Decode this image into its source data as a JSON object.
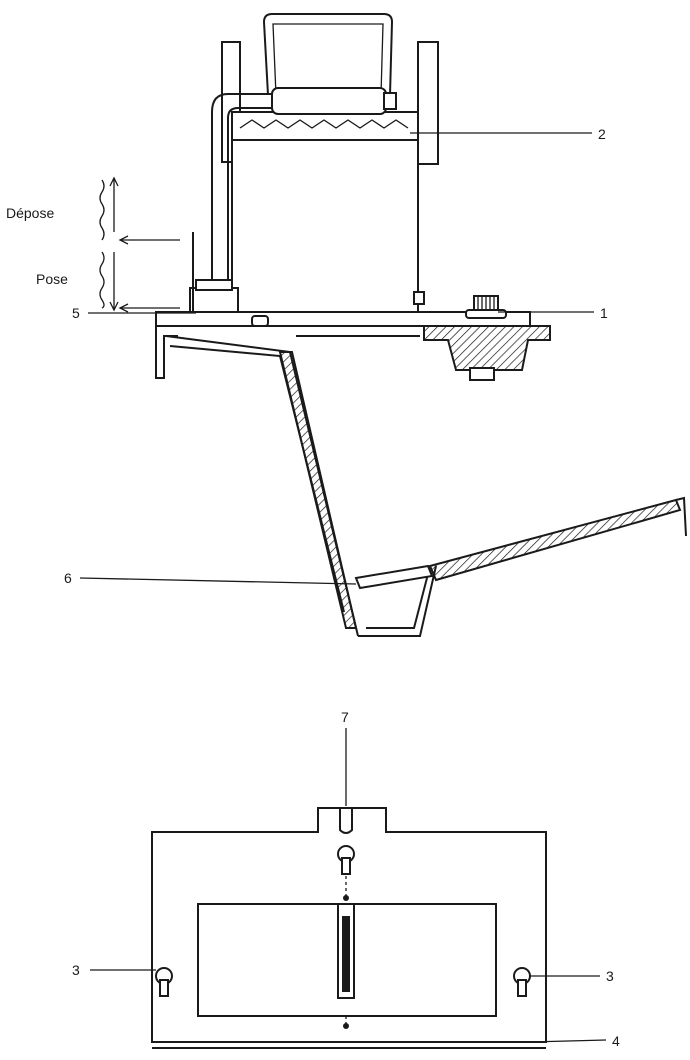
{
  "labels": {
    "n1": "1",
    "n2": "2",
    "n3_left": "3",
    "n3_right": "3",
    "n4": "4",
    "n5": "5",
    "n6": "6",
    "n7": "7",
    "depose": "Dépose",
    "pose": "Pose"
  },
  "colors": {
    "ink": "#1a1a1a",
    "paper": "#ffffff"
  }
}
